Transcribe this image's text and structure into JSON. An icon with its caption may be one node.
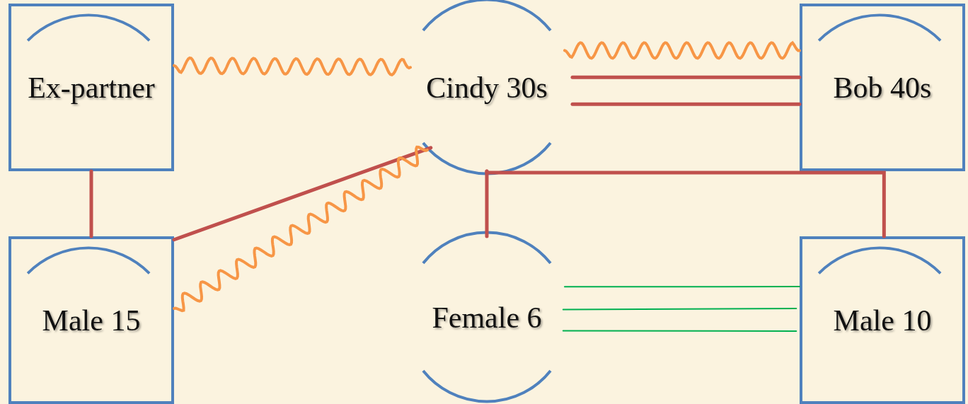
{
  "diagram": {
    "nodes": [
      {
        "text": [
          "Ex-partner"
        ]
      },
      {
        "text": [
          "Cindy 30s"
        ]
      },
      {
        "text": [
          "Bob 40s"
        ]
      },
      {
        "text": [
          "Male 15"
        ]
      },
      {
        "text": [
          "Female 6"
        ]
      },
      {
        "text": [
          "Male 10"
        ]
      }
    ],
    "edges": [
      {
        "from": 0,
        "to": 1,
        "arrow": "none",
        "color": "#f79646"
      },
      {
        "from": 1,
        "to": 2,
        "arrow": "none",
        "color": "#f79646"
      },
      {
        "from": 1,
        "to": 2,
        "arrow": "none"
      },
      {
        "from": 1,
        "to": 2,
        "arrow": "none"
      },
      {
        "from": 0,
        "to": 3,
        "arrow": "none"
      },
      {
        "from": 3,
        "to": 1,
        "arrow": "none"
      },
      {
        "from": 3,
        "to": 1,
        "arrow": "none",
        "color": "#f79646"
      },
      {
        "from": 1,
        "to": 4,
        "arrow": "none"
      },
      {
        "from": 1,
        "to": 5,
        "arrow": "none"
      },
      {
        "from": 4,
        "to": 5,
        "arrow": "none",
        "color": "#00b050"
      },
      {
        "from": 4,
        "to": 5,
        "arrow": "none",
        "color": "#00b050"
      },
      {
        "from": 4,
        "to": 5,
        "arrow": "none",
        "color": "#00b050"
      }
    ]
  }
}
